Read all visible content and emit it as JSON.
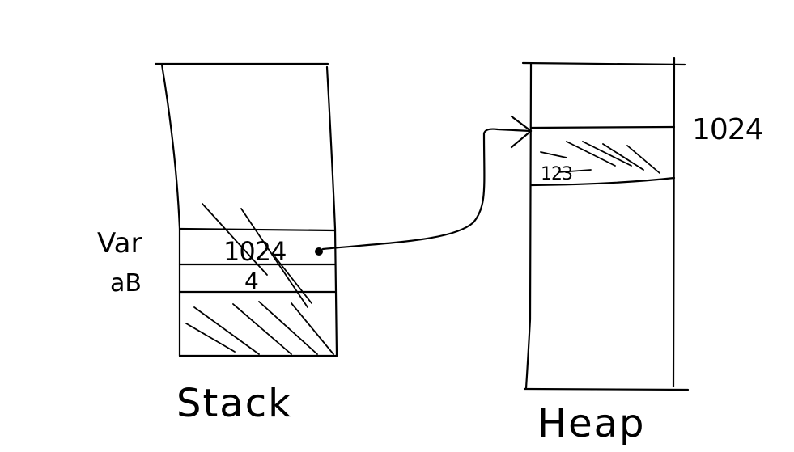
{
  "stack": {
    "label": "Stack",
    "var_label": "Var",
    "var_name": "aB",
    "pointer_value": "1024",
    "int_value": "4"
  },
  "heap": {
    "label": "Heap",
    "block_address": "1024",
    "block_value": "123"
  },
  "connector": {
    "type": "arrow",
    "from": "stack.pointer_value",
    "to": "heap.block"
  }
}
